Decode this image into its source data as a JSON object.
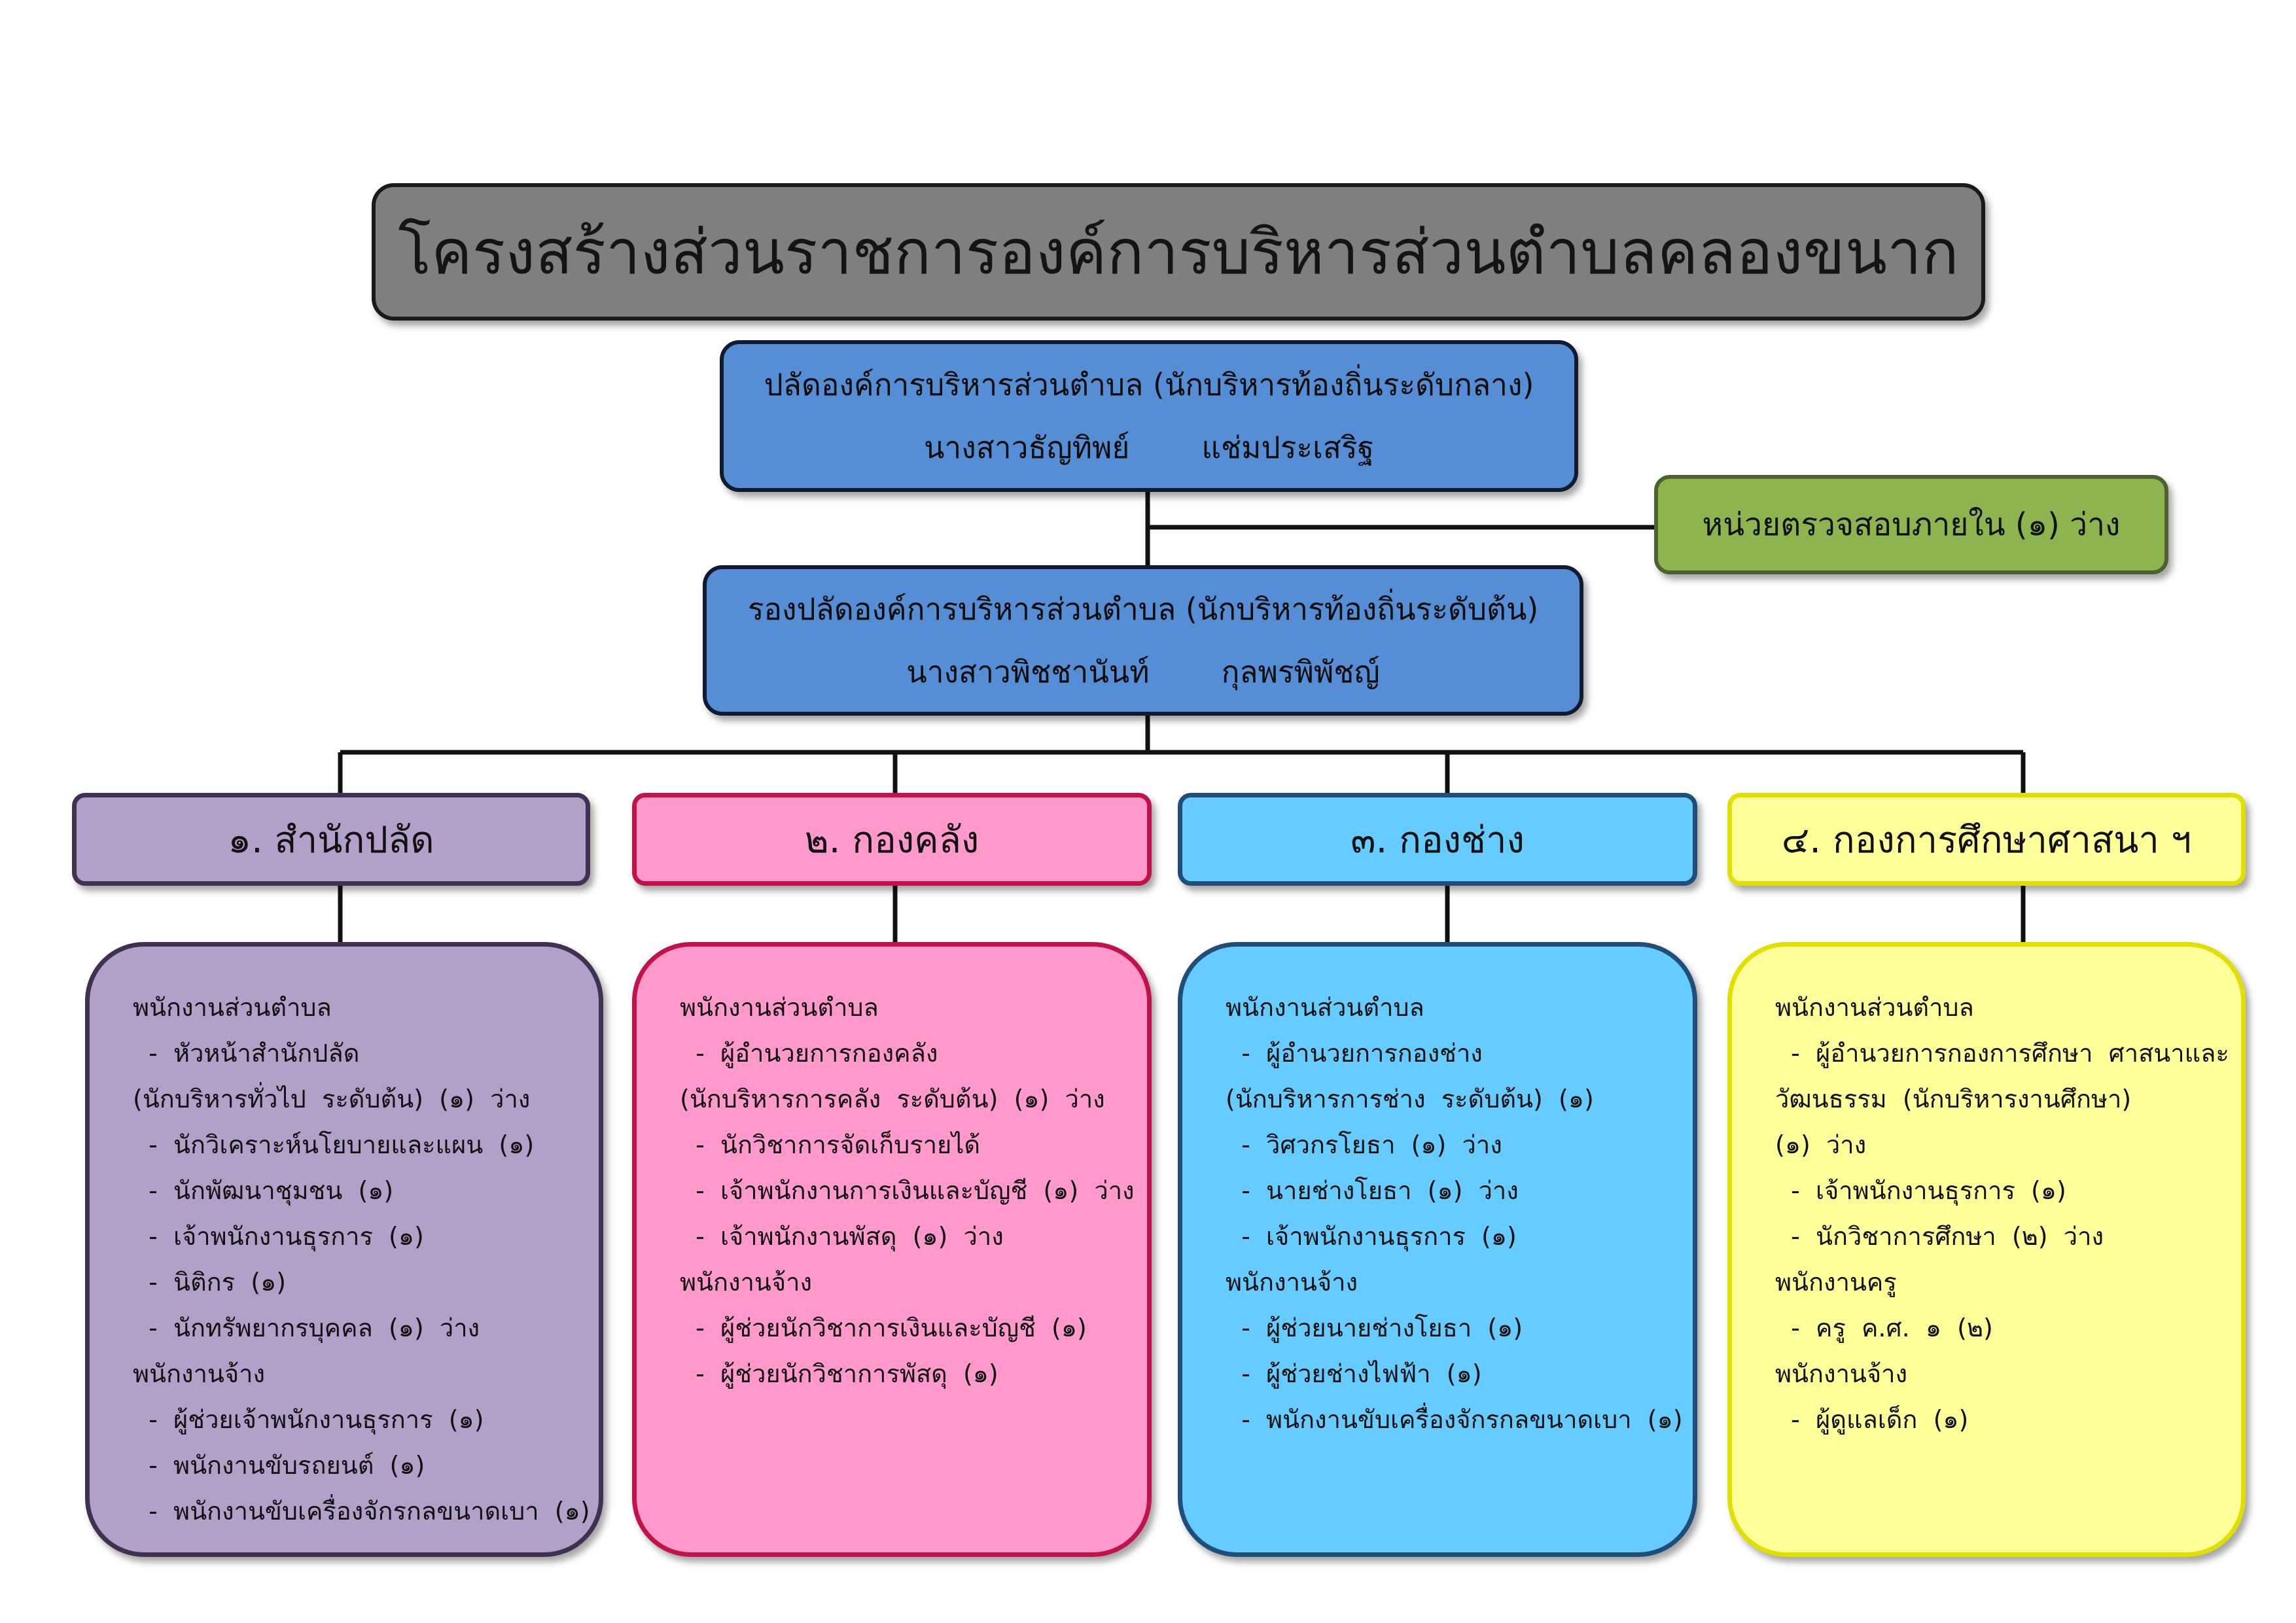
{
  "title": "โครงสร้างส่วนราชการองค์การบริหารส่วนตำบลคลองขนาก",
  "chief": {
    "position": "ปลัดองค์การบริหารส่วนตำบล  (นักบริหารท้องถิ่นระดับกลาง)",
    "first_name": "นางสาวธัญทิพย์",
    "last_name": "แช่มประเสริฐ"
  },
  "audit_unit": "หน่วยตรวจสอบภายใน  (๑)  ว่าง",
  "deputy": {
    "position": "รองปลัดองค์การบริหารส่วนตำบล  (นักบริหารท้องถิ่นระดับต้น)",
    "first_name": "นางสาวพิชชานันท์",
    "last_name": "กุลพรพิพัชญ์"
  },
  "divisions": [
    {
      "name": "๑.  สำนักปลัด",
      "lines": [
        "พนักงานส่วนตำบล",
        "  -  หัวหน้าสำนักปลัด",
        "(นักบริหารทั่วไป  ระดับต้น)  (๑)  ว่าง",
        "  -  นักวิเคราะห์นโยบายและแผน  (๑)",
        "  -  นักพัฒนาชุมชน  (๑)",
        "  -  เจ้าพนักงานธุรการ  (๑)",
        "  -  นิติกร  (๑)",
        "  -  นักทรัพยากรบุคคล  (๑)  ว่าง",
        "พนักงานจ้าง",
        "  -  ผู้ช่วยเจ้าพนักงานธุรการ  (๑)",
        "  -  พนักงานขับรถยนต์  (๑)",
        "  -  พนักงานขับเครื่องจักรกลขนาดเบา  (๑)"
      ]
    },
    {
      "name": "๒.  กองคลัง",
      "lines": [
        "พนักงานส่วนตำบล",
        "  -  ผู้อำนวยการกองคลัง",
        "(นักบริหารการคลัง  ระดับต้น)  (๑)  ว่าง",
        "  -  นักวิชาการจัดเก็บรายได้",
        "  -  เจ้าพนักงานการเงินและบัญชี  (๑)  ว่าง",
        "  -  เจ้าพนักงานพัสดุ  (๑)  ว่าง",
        "พนักงานจ้าง",
        "  -  ผู้ช่วยนักวิชาการเงินและบัญชี  (๑)",
        "  -  ผู้ช่วยนักวิชาการพัสดุ  (๑)"
      ]
    },
    {
      "name": "๓.  กองช่าง",
      "lines": [
        "พนักงานส่วนตำบล",
        "  -  ผู้อำนวยการกองช่าง",
        "(นักบริหารการช่าง  ระดับต้น)  (๑)",
        "  -  วิศวกรโยธา  (๑)  ว่าง",
        "  -  นายช่างโยธา  (๑)  ว่าง",
        "  -  เจ้าพนักงานธุรการ  (๑)",
        "พนักงานจ้าง",
        "  -  ผู้ช่วยนายช่างโยธา  (๑)",
        "  -  ผู้ช่วยช่างไฟฟ้า  (๑)",
        "  -  พนักงานขับเครื่องจักรกลขนาดเบา  (๑)"
      ]
    },
    {
      "name": "๔.  กองการศึกษาศาสนา  ฯ",
      "lines": [
        "พนักงานส่วนตำบล",
        "  -  ผู้อำนวยการกองการศึกษา  ศาสนาและ",
        "วัฒนธรรม  (นักบริหารงานศึกษา)",
        "(๑)  ว่าง",
        "  -  เจ้าพนักงานธุรการ  (๑)",
        "  -  นักวิชาการศึกษา  (๒)  ว่าง",
        "พนักงานครู",
        "  -  ครู  ค.ศ.  ๑  (๒)",
        "พนักงานจ้าง",
        "  -  ผู้ดูแลเด็ก  (๑)"
      ]
    }
  ]
}
